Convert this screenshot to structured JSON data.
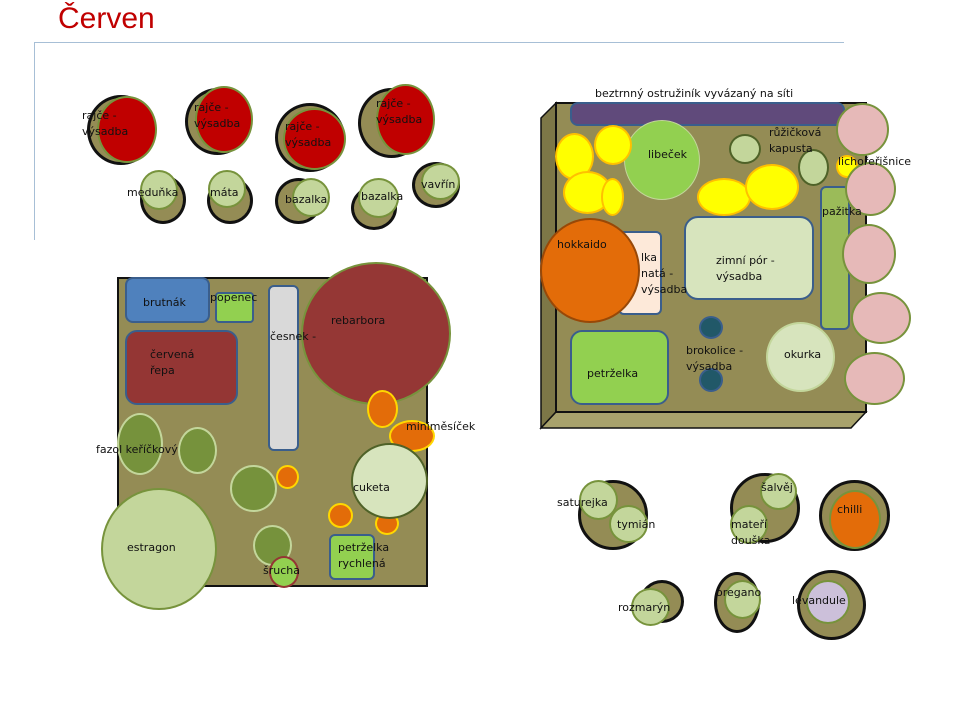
{
  "title": "Červen",
  "pots": {
    "tomato": "rajče -\nvýsadba",
    "herbs": [
      "meduňka",
      "máta",
      "bazalka",
      "bazalka",
      "vavřín"
    ]
  },
  "left_bed": {
    "brutnak": "brutnák",
    "popenec": "popenec",
    "repa": "červená\nřepa",
    "cesnek": "česnek -",
    "rebarbora": "rebarbora",
    "minimesicek": "miniměsíček",
    "fazol": "fazol keříčkový",
    "cuketa": "cuketa",
    "estragon": "estragon",
    "srucha": "šrucha",
    "petrzelka_rychlena": "petrželka\nrychlená"
  },
  "right_bed": {
    "ostruzinik": "beztrnný ostružiník vyvázaný na síti",
    "libecek": "libeček",
    "kapusta": "růžičková\nkapusta",
    "lichoreisnice": "lichořeřišnice",
    "pazitka": "pažitka",
    "hokkaido": "hokkaido",
    "hidden_bed": "lka\nnatá -\nvýsadba",
    "por": "zimní pór -\nvýsadba",
    "brokolice": "brokolice -\nvýsadba",
    "okurka": "okurka",
    "petrzelka": "petrželka"
  },
  "herb_pots": {
    "saturejka": "saturejka",
    "tymian": "tymián",
    "salvej": "šalvěj",
    "materi_douska": "mateří\ndouška",
    "chilli": "chilli",
    "rozmaryn": "rozmarýn",
    "oregano": "oregano",
    "levandule": "levandule"
  },
  "colors": {
    "title": "#c00000",
    "soil": "#948c55",
    "tomato": "#c00000",
    "herb": "#c3d69b",
    "orange": "#e36c09",
    "yellow": "#ffff00",
    "pink": "#e6b9b8"
  }
}
